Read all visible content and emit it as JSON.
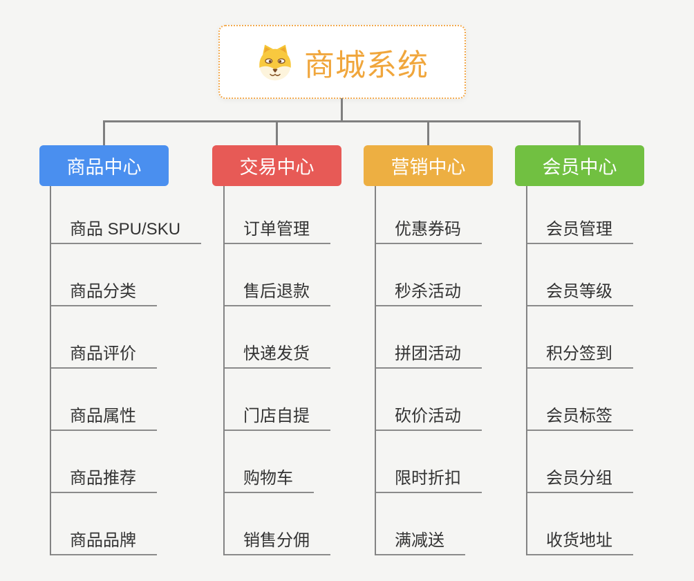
{
  "page": {
    "background_color": "#f5f5f3",
    "connector_color": "#7f7f7f"
  },
  "root": {
    "label": "商城系统",
    "icon": "doge-face-icon",
    "text_color": "#f0a63c",
    "border_color": "#f3a94c"
  },
  "branches": [
    {
      "title": "商品中心",
      "color": "#4a8fef",
      "items": [
        "商品 SPU/SKU",
        "商品分类",
        "商品评价",
        "商品属性",
        "商品推荐",
        "商品品牌"
      ]
    },
    {
      "title": "交易中心",
      "color": "#e75a56",
      "items": [
        "订单管理",
        "售后退款",
        "快递发货",
        "门店自提",
        "购物车",
        "销售分佣"
      ]
    },
    {
      "title": "营销中心",
      "color": "#edaf42",
      "items": [
        "优惠券码",
        "秒杀活动",
        "拼团活动",
        "砍价活动",
        "限时折扣",
        "满减送"
      ]
    },
    {
      "title": "会员中心",
      "color": "#71c041",
      "items": [
        "会员管理",
        "会员等级",
        "积分签到",
        "会员标签",
        "会员分组",
        "收货地址"
      ]
    }
  ]
}
